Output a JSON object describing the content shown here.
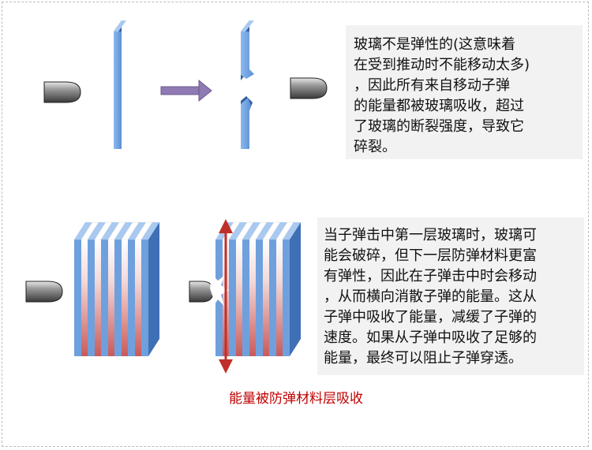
{
  "text_top": "玻璃不是弹性的(这意味着\n在受到推动时不能移动太多)\n，因此所有来自移动子弹\n的能量都被玻璃吸收，超过\n了玻璃的断裂强度，导致它\n碎裂。",
  "text_bottom": "当子弹击中第一层玻璃时，玻璃可\n能会破碎，但下一层防弹材料更富\n有弹性，因此在子弹击中时会移动\n，从而横向消散子弹的能量。这从\n子弹中吸收了能量，减缓了子弹的\n速度。如果从子弹中吸收了足够的\n能量，最终可以阻止子弹穿透。",
  "caption": "能量被防弹材料层吸收",
  "colors": {
    "glass": "#6fa0de",
    "glass_dark": "#3f6fb4",
    "arrow": "#8f7ab4",
    "energy_arrow": "#c0302a",
    "bullet": "#555555",
    "caption": "#c00000"
  }
}
